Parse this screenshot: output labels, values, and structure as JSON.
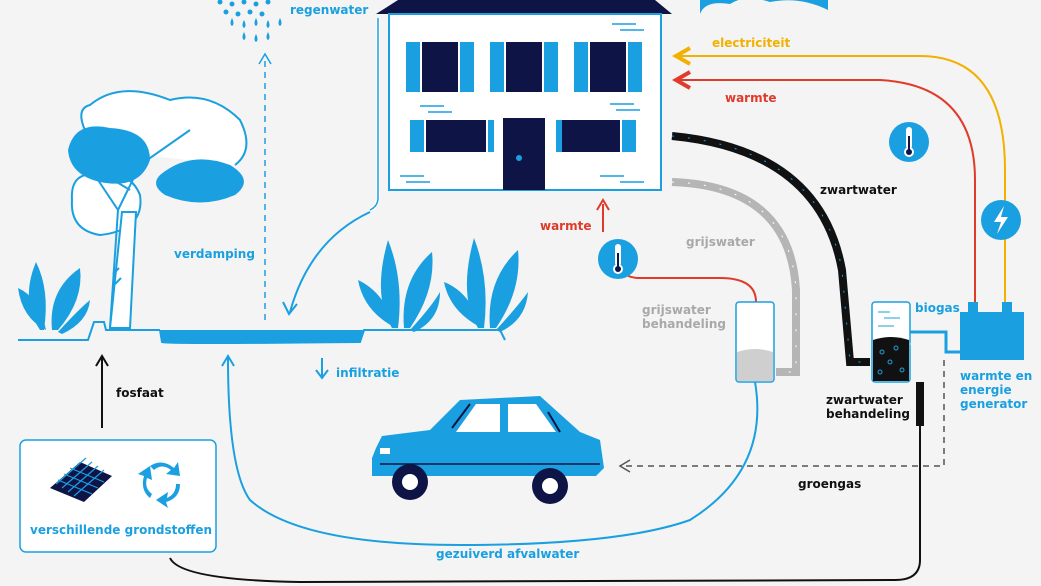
{
  "labels": {
    "regenwater": "regenwater",
    "elektriciteit": "electriciteit",
    "warmte_top": "warmte",
    "warmte_mid": "warmte",
    "zwartwater": "zwartwater",
    "grijswater": "grijswater",
    "grijswater_behandeling_1": "grijswater",
    "grijswater_behandeling_2": "behandeling",
    "verdamping": "verdamping",
    "infiltratie": "infiltratie",
    "fosfaat": "fosfaat",
    "biogas": "biogas",
    "zwartwater_behandeling_1": "zwartwater",
    "zwartwater_behandeling_2": "behandeling",
    "generator_1": "warmte en",
    "generator_2": "energie",
    "generator_3": "generator",
    "groengas": "groengas",
    "grondstoffen": "verschillende grondstoffen",
    "gezuiverd_afvalwater": "gezuiverd afvalwater"
  },
  "colors": {
    "blue": "#1aa0e0",
    "navy": "#0f1446",
    "black": "#111111",
    "red": "#e03a2a",
    "yellow": "#f2b000",
    "grey": "#a9a9a9",
    "background": "#f4f4f4"
  },
  "icons": [
    "thermometer-icon",
    "lightning-icon",
    "recycle-icon",
    "raindrop-icon",
    "cloud-icon"
  ]
}
